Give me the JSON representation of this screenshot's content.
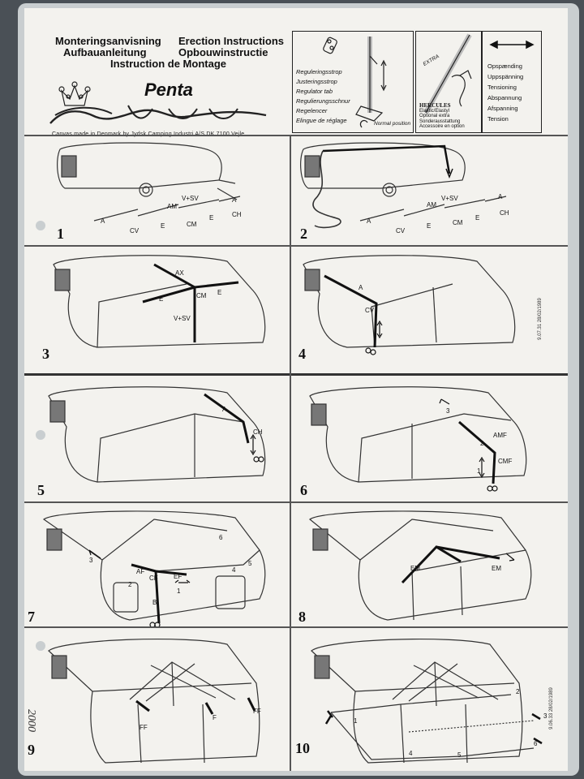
{
  "header": {
    "titles": [
      "Monteringsanvisning",
      "Erection Instructions",
      "Aufbauanleitung",
      "Opbouwinstructie",
      "Instruction de Montage"
    ],
    "model": "Penta",
    "made_in": "Canvas made in Denmark by Jydsk Camping Industri A/S DK 7100 Vejle"
  },
  "legend": {
    "strap_labels": [
      "Reguleringsstrop",
      "Justeringsstrop",
      "Regulator tab",
      "Regulierungsschnur",
      "Regelencer",
      "Elingue de réglage"
    ],
    "normal_position": "Normal position",
    "hercules": [
      "HERCULES",
      "Elastic/Elastyl",
      "Optional extra",
      "Sonderausstattung",
      "Accessoire en option"
    ],
    "extra_word": "EXTRA",
    "tension_labels": [
      "Opspænding",
      "Uppspänning",
      "Tensioning",
      "Abspannung",
      "Afspanning",
      "Tension"
    ]
  },
  "steps": [
    {
      "num": "1",
      "labels": [
        "A",
        "CV",
        "E",
        "AM",
        "V+SV",
        "CM",
        "E",
        "A",
        "CH"
      ]
    },
    {
      "num": "2",
      "labels": [
        "A",
        "CV",
        "E",
        "AM",
        "V+SV",
        "CM",
        "E",
        "A",
        "CH"
      ]
    },
    {
      "num": "3",
      "labels": [
        "AX",
        "E",
        "CM",
        "E",
        "V+SV"
      ]
    },
    {
      "num": "4",
      "labels": [
        "A",
        "CV"
      ]
    },
    {
      "num": "5",
      "labels": [
        "A",
        "CH"
      ]
    },
    {
      "num": "6",
      "labels": [
        "3",
        "AMF",
        "2",
        "CMF",
        "1"
      ]
    },
    {
      "num": "7",
      "labels": [
        "6",
        "3",
        "5",
        "4",
        "AF",
        "2",
        "CF",
        "EF",
        "1",
        "B"
      ]
    },
    {
      "num": "8",
      "labels": [
        "EM",
        "EM"
      ]
    },
    {
      "num": "9",
      "labels": [
        "FF",
        "F",
        "FF"
      ]
    },
    {
      "num": "10",
      "labels": [
        "2",
        "1",
        "3",
        "4",
        "5",
        "6"
      ]
    }
  ],
  "side_codes": [
    "9.07.31 28/02/1989",
    "9.06.33 28/02/1989"
  ],
  "handwriting": "2000"
}
